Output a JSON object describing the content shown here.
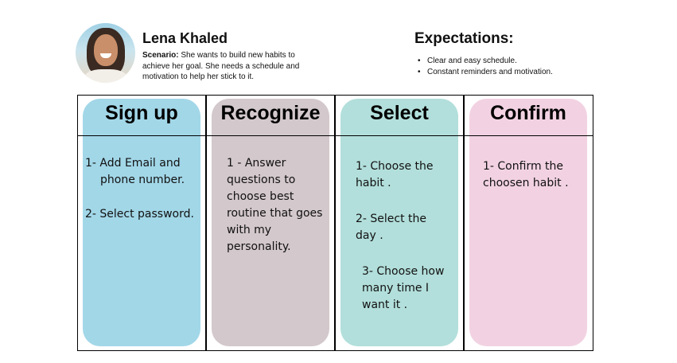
{
  "persona": {
    "name": "Lena Khaled",
    "scenario_label": "Scenario:",
    "scenario_text": " She wants to build new habits to achieve her goal. She needs a schedule and motivation to help her stick to it."
  },
  "expectations": {
    "title": "Expectations:",
    "items": [
      "Clear and easy schedule.",
      "Constant reminders and motivation."
    ]
  },
  "stages": [
    {
      "title": "Sign up",
      "color": "#a2d7e8",
      "steps": [
        "1- Add Email and phone number.",
        "2- Select password."
      ]
    },
    {
      "title": "Recognize",
      "color": "#d3c8cb",
      "steps": [
        "1 - Answer questions to choose best routine that goes with my personality."
      ]
    },
    {
      "title": "Select",
      "color": "#b2dfdb",
      "steps": [
        "1- Choose the habit .",
        "2- Select the day .",
        "3- Choose how many time I want it ."
      ]
    },
    {
      "title": "Confirm",
      "color": "#f2d2e2",
      "steps": [
        "1- Confirm the choosen habit ."
      ]
    }
  ]
}
